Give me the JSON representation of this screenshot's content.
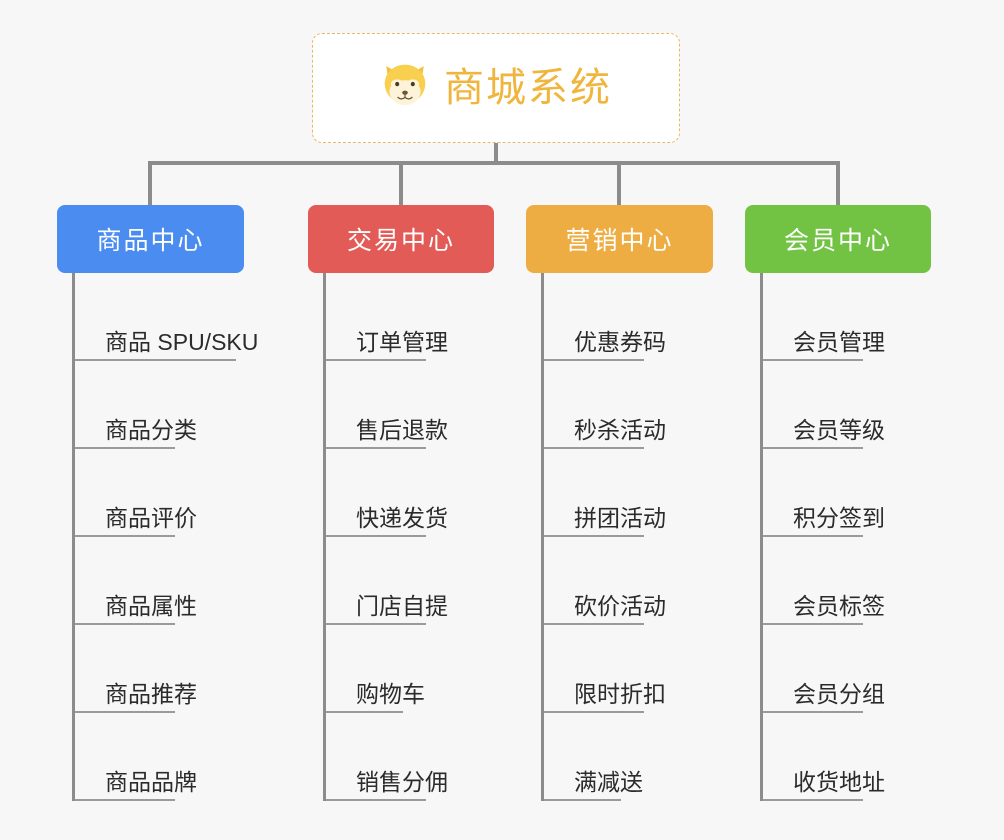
{
  "canvas": {
    "background": "#f7f7f7",
    "line_color": "#8c8c8c",
    "underline_color": "#9a9a9a",
    "leaf_text_color": "#2b2b2b"
  },
  "root": {
    "title": "商城系统",
    "icon": "shiba-dog-icon",
    "text_color": "#f0b53c",
    "border_color": "#e8b964",
    "background": "#ffffff"
  },
  "branches": [
    {
      "label": "商品中心",
      "color": "#4a8cf0",
      "items": [
        "商品 SPU/SKU",
        "商品分类",
        "商品评价",
        "商品属性",
        "商品推荐",
        "商品品牌"
      ]
    },
    {
      "label": "交易中心",
      "color": "#e35b56",
      "items": [
        "订单管理",
        "售后退款",
        "快递发货",
        "门店自提",
        "购物车",
        "销售分佣"
      ]
    },
    {
      "label": "营销中心",
      "color": "#eead42",
      "items": [
        "优惠券码",
        "秒杀活动",
        "拼团活动",
        "砍价活动",
        "限时折扣",
        "满减送"
      ]
    },
    {
      "label": "会员中心",
      "color": "#72c344",
      "items": [
        "会员管理",
        "会员等级",
        "积分签到",
        "会员标签",
        "会员分组",
        "收货地址"
      ]
    }
  ]
}
